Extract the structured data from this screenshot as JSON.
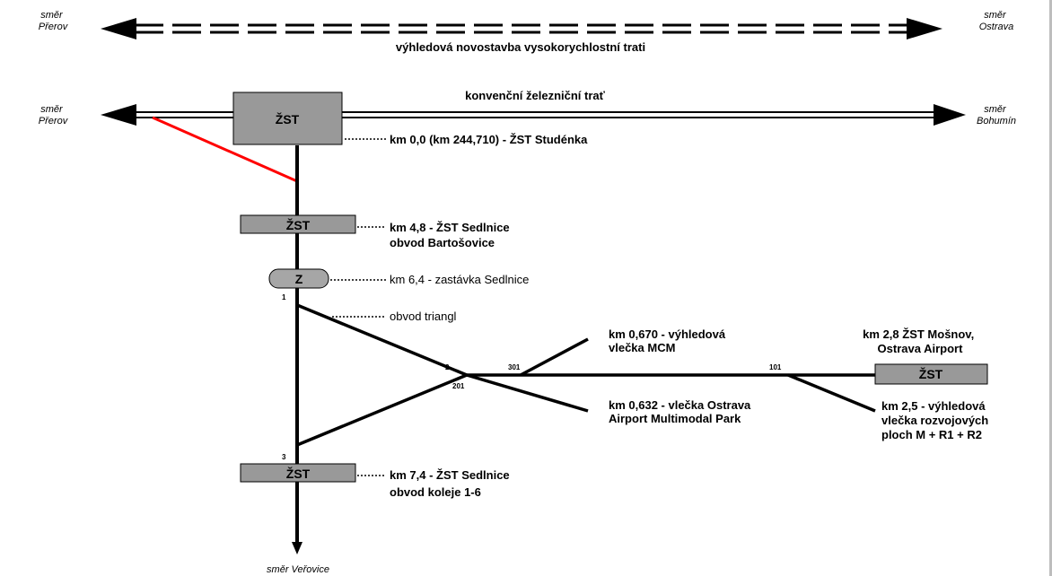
{
  "directions": {
    "hs_left": [
      "směr",
      "Přerov"
    ],
    "hs_right": [
      "směr",
      "Ostrava"
    ],
    "conv_left": [
      "směr",
      "Přerov"
    ],
    "conv_right": [
      "směr",
      "Bohumín"
    ],
    "bottom": "směr Veřovice"
  },
  "lines": {
    "high_speed": "výhledová novostavba vysokorychlostní trati",
    "conventional": "konvenční železniční trať"
  },
  "stations": {
    "studenka": {
      "box": "ŽST",
      "label": "km 0,0 (km 244,710) - ŽST Studénka"
    },
    "sedlnice_bart": {
      "box": "ŽST",
      "label1": "km 4,8 - ŽST Sedlnice",
      "label2": "obvod Bartošovice"
    },
    "zastavka": {
      "box": "Z",
      "label": "km 6,4 - zastávka Sedlnice"
    },
    "triangl": {
      "label": "obvod triangl"
    },
    "sedlnice_kol": {
      "box": "ŽST",
      "label1": "km 7,4 - ŽST Sedlnice",
      "label2": "obvod koleje 1-6"
    },
    "mosnov": {
      "box": "ŽST",
      "label1": "km 2,8 ŽST Mošnov,",
      "label2": "Ostrava Airport"
    }
  },
  "sidings": {
    "mcm": [
      "km 0,670 - výhledová",
      "vlečka MCM"
    ],
    "amp": [
      "km 0,632 - vlečka Ostrava",
      "Airport Multimodal Park"
    ],
    "rozvoj": [
      "km 2,5 - výhledová",
      "vlečka rozvojových",
      "ploch M + R1 + R2"
    ]
  },
  "switches": {
    "s1": "1",
    "s2": "2",
    "s3": "3",
    "s201": "201",
    "s301": "301",
    "s101": "101"
  },
  "colors": {
    "track": "#000000",
    "station_fill": "#999999",
    "stop_fill": "#a6a6a6",
    "connector": "#ff0000"
  }
}
